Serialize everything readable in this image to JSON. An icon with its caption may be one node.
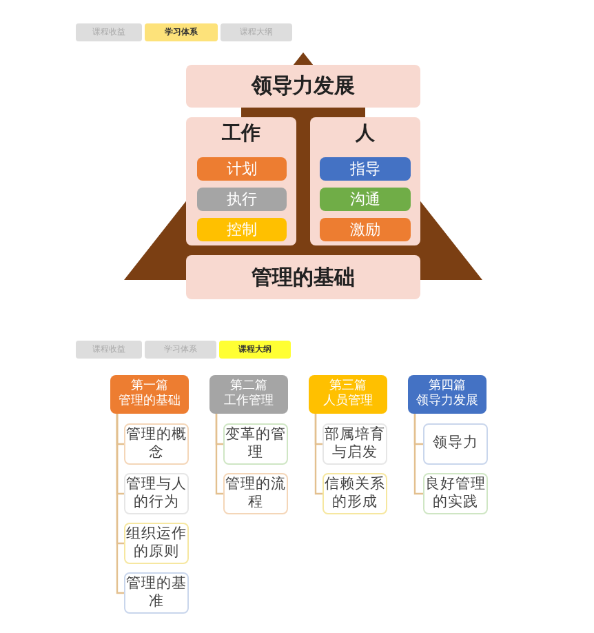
{
  "diagram": {
    "nodes": [
      {
        "text": [
          "课程收益"
        ]
      },
      {
        "text": [
          "学习体系"
        ]
      },
      {
        "text": [
          "课程大纲"
        ]
      },
      {
        "text": [
          "领导力发展"
        ]
      },
      {
        "text": [
          "工作"
        ]
      },
      {
        "text": [
          "计划"
        ],
        "in": 4
      },
      {
        "text": [
          "执行"
        ],
        "in": 4
      },
      {
        "text": [
          "控制"
        ],
        "in": 4
      },
      {
        "text": [
          "人"
        ]
      },
      {
        "text": [
          "指导"
        ],
        "in": 8
      },
      {
        "text": [
          "沟通"
        ],
        "in": 8
      },
      {
        "text": [
          "激励"
        ],
        "in": 8
      },
      {
        "text": [
          "管理的基础"
        ]
      },
      {
        "text": [
          "课程收益"
        ]
      },
      {
        "text": [
          "学习体系"
        ]
      },
      {
        "text": [
          "课程大纲"
        ]
      },
      {
        "text": [
          "第一篇",
          "管理的基础"
        ]
      },
      {
        "text": [
          "管理的概念"
        ]
      },
      {
        "text": [
          "管理与人的行为"
        ]
      },
      {
        "text": [
          "组织运作的原则"
        ]
      },
      {
        "text": [
          "管理的基准"
        ]
      },
      {
        "text": [
          "第二篇",
          "工作管理"
        ]
      },
      {
        "text": [
          "变革的管理"
        ]
      },
      {
        "text": [
          "管理的流程"
        ]
      },
      {
        "text": [
          "第三篇",
          "人员管理"
        ]
      },
      {
        "text": [
          "部属培育与启发"
        ]
      },
      {
        "text": [
          "信赖关系的形成"
        ]
      },
      {
        "text": [
          "第四篇",
          "领导力发展"
        ]
      },
      {
        "text": [
          "领导力"
        ]
      },
      {
        "text": [
          "良好管理的实践"
        ]
      }
    ],
    "edges": [
      {
        "from": 16,
        "to": 17,
        "arrow": "none"
      },
      {
        "from": 16,
        "to": 18,
        "arrow": "none"
      },
      {
        "from": 16,
        "to": 19,
        "arrow": "none"
      },
      {
        "from": 16,
        "to": 20,
        "arrow": "none"
      },
      {
        "from": 21,
        "to": 22,
        "arrow": "none"
      },
      {
        "from": 21,
        "to": 23,
        "arrow": "none"
      },
      {
        "from": 24,
        "to": 25,
        "arrow": "none"
      },
      {
        "from": 24,
        "to": 26,
        "arrow": "none"
      },
      {
        "from": 27,
        "to": 28,
        "arrow": "none"
      },
      {
        "from": 27,
        "to": 29,
        "arrow": "none"
      }
    ]
  }
}
